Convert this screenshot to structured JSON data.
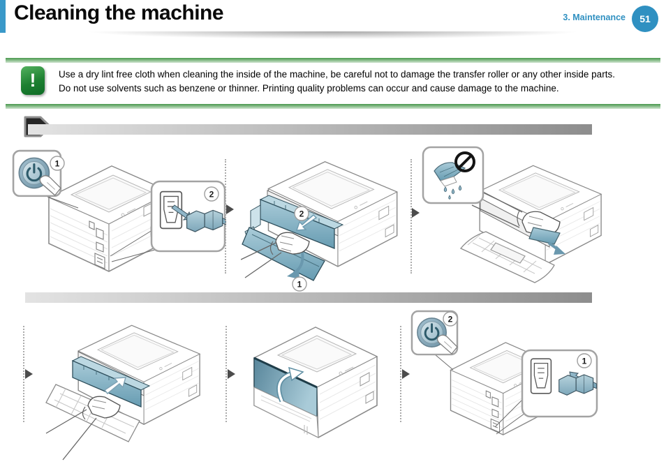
{
  "header": {
    "title": "Cleaning the machine",
    "section_label": "3.  Maintenance",
    "page_number": "51",
    "accent_color": "#2f90c1"
  },
  "note": {
    "icon": "exclamation-icon",
    "icon_glyph": "!",
    "line1": "Use a dry lint free cloth when cleaning the inside of the machine, be careful not to damage the transfer roller or any other inside parts.",
    "line2": "Do not use solvents such as benzene or thinner. Printing quality problems can occur and cause damage to the machine."
  },
  "figures": {
    "row1": {
      "panel1": {
        "name": "power-off-and-unplug",
        "power_badge": "1",
        "plug_badge": "2"
      },
      "panel2": {
        "name": "open-cover-pull-out-cartridge",
        "cover_badge": "2",
        "tray_badge": "1"
      },
      "panel3": {
        "name": "wipe-inside-with-dry-cloth",
        "icon": "no-wet-cloth-icon"
      }
    },
    "row2": {
      "panel4": {
        "name": "reinsert-toner-cartridge"
      },
      "panel5": {
        "name": "close-front-cover"
      },
      "panel6": {
        "name": "plug-in-and-power-on",
        "power_badge": "2",
        "plug_badge": "1"
      }
    }
  },
  "colors": {
    "accent_blue": "#2f90c1",
    "tab_blue": "#3a99c9",
    "note_green": "#2a8c3c",
    "illustration_blue": "#7fa9bf",
    "bar_gray_start": "#e3e3e3",
    "bar_gray_end": "#8d8d8d"
  }
}
